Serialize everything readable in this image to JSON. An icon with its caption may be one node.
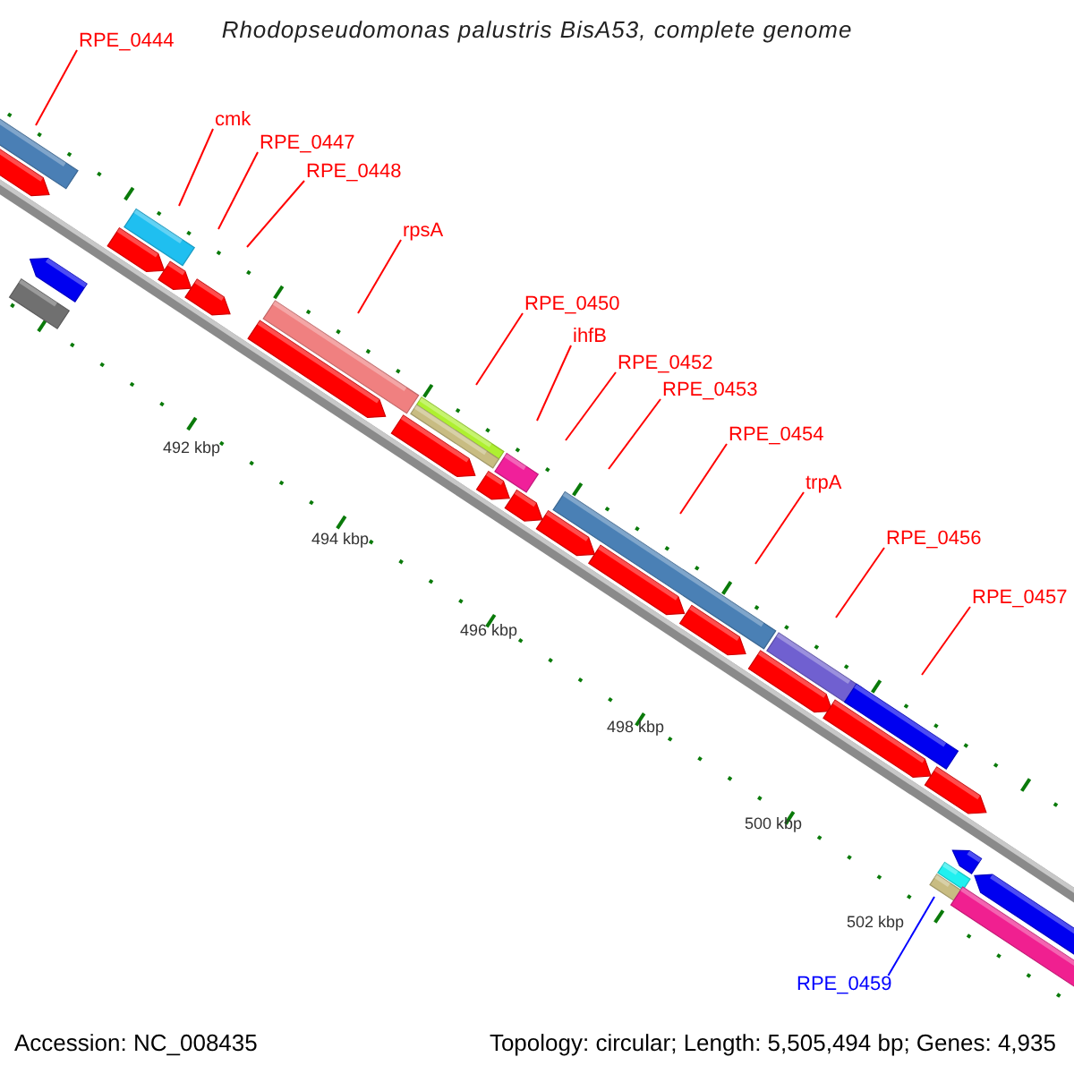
{
  "diagram": {
    "title": "Rhodopseudomonas palustris BisA53, complete genome",
    "nodes": [
      {
        "text": [
          "RPE_0444"
        ]
      },
      {
        "text": [
          "cmk"
        ]
      },
      {
        "text": [
          "RPE_0447"
        ]
      },
      {
        "text": [
          "RPE_0448"
        ]
      },
      {
        "text": [
          "rpsA"
        ]
      },
      {
        "text": [
          "RPE_0450"
        ]
      },
      {
        "text": [
          "ihfB"
        ]
      },
      {
        "text": [
          "RPE_0452"
        ]
      },
      {
        "text": [
          "RPE_0453"
        ]
      },
      {
        "text": [
          "RPE_0454"
        ]
      },
      {
        "text": [
          "trpA"
        ]
      },
      {
        "text": [
          "RPE_0456"
        ]
      },
      {
        "text": [
          "RPE_0457"
        ]
      },
      {
        "text": [
          "RPE_0459"
        ]
      }
    ],
    "edges": [
      {
        "from": 0,
        "to": null,
        "arrow": "none"
      },
      {
        "from": 1,
        "to": null,
        "arrow": "none"
      },
      {
        "from": 2,
        "to": null,
        "arrow": "none"
      },
      {
        "from": 3,
        "to": null,
        "arrow": "none"
      },
      {
        "from": 4,
        "to": null,
        "arrow": "none"
      },
      {
        "from": 5,
        "to": null,
        "arrow": "none"
      },
      {
        "from": 6,
        "to": null,
        "arrow": "none"
      },
      {
        "from": 7,
        "to": null,
        "arrow": "none"
      },
      {
        "from": 8,
        "to": null,
        "arrow": "none"
      },
      {
        "from": 9,
        "to": null,
        "arrow": "none"
      },
      {
        "from": 10,
        "to": null,
        "arrow": "none"
      },
      {
        "from": 11,
        "to": null,
        "arrow": "none"
      },
      {
        "from": 12,
        "to": null,
        "arrow": "none"
      },
      {
        "from": 13,
        "to": null,
        "arrow": "none",
        "color": "#0000ff"
      }
    ],
    "labels": [
      "492 kbp",
      "494 kbp",
      "496 kbp",
      "498 kbp",
      "500 kbp",
      "502 kbp",
      "Accession: NC_008435",
      "Topology: circular; Length: 5,505,494 bp; Genes: 4,935"
    ]
  }
}
